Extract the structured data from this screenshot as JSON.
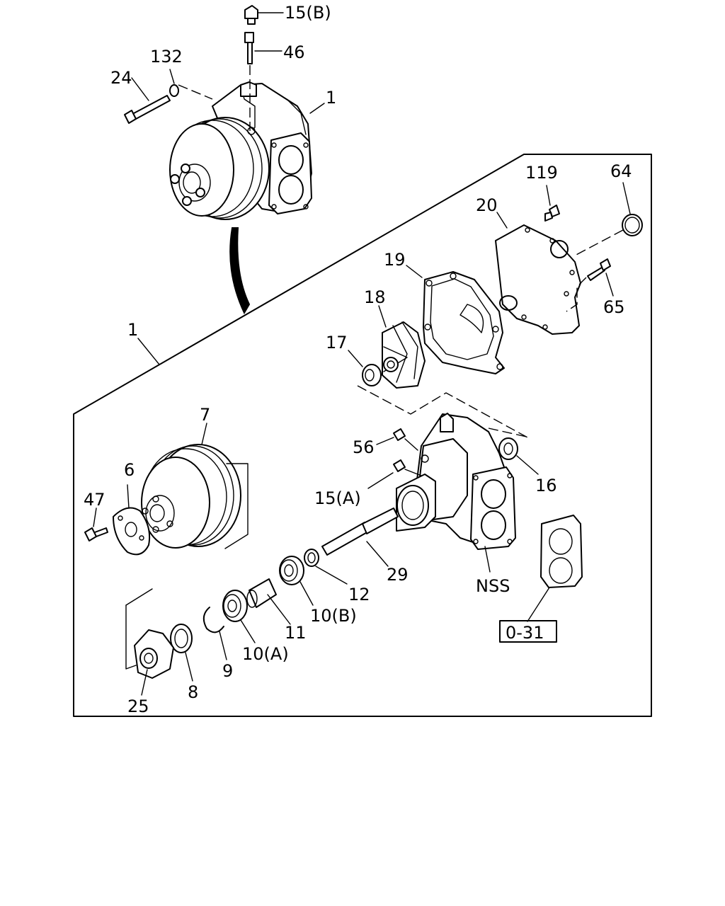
{
  "diagram": {
    "labels": {
      "p15b": "15(B)",
      "p46": "46",
      "p132": "132",
      "p24": "24",
      "p1_top": "1",
      "p119": "119",
      "p64": "64",
      "p20": "20",
      "p19": "19",
      "p18": "18",
      "p65": "65",
      "p17": "17",
      "p1_box": "1",
      "p7": "7",
      "p56": "56",
      "p6": "6",
      "p16": "16",
      "p47": "47",
      "p15a": "15(A)",
      "p29": "29",
      "p12": "12",
      "pNSS": "NSS",
      "p10b": "10(B)",
      "p11": "11",
      "p10a": "10(A)",
      "p9": "9",
      "p8": "8",
      "p25": "25",
      "ref": "0-31"
    }
  }
}
